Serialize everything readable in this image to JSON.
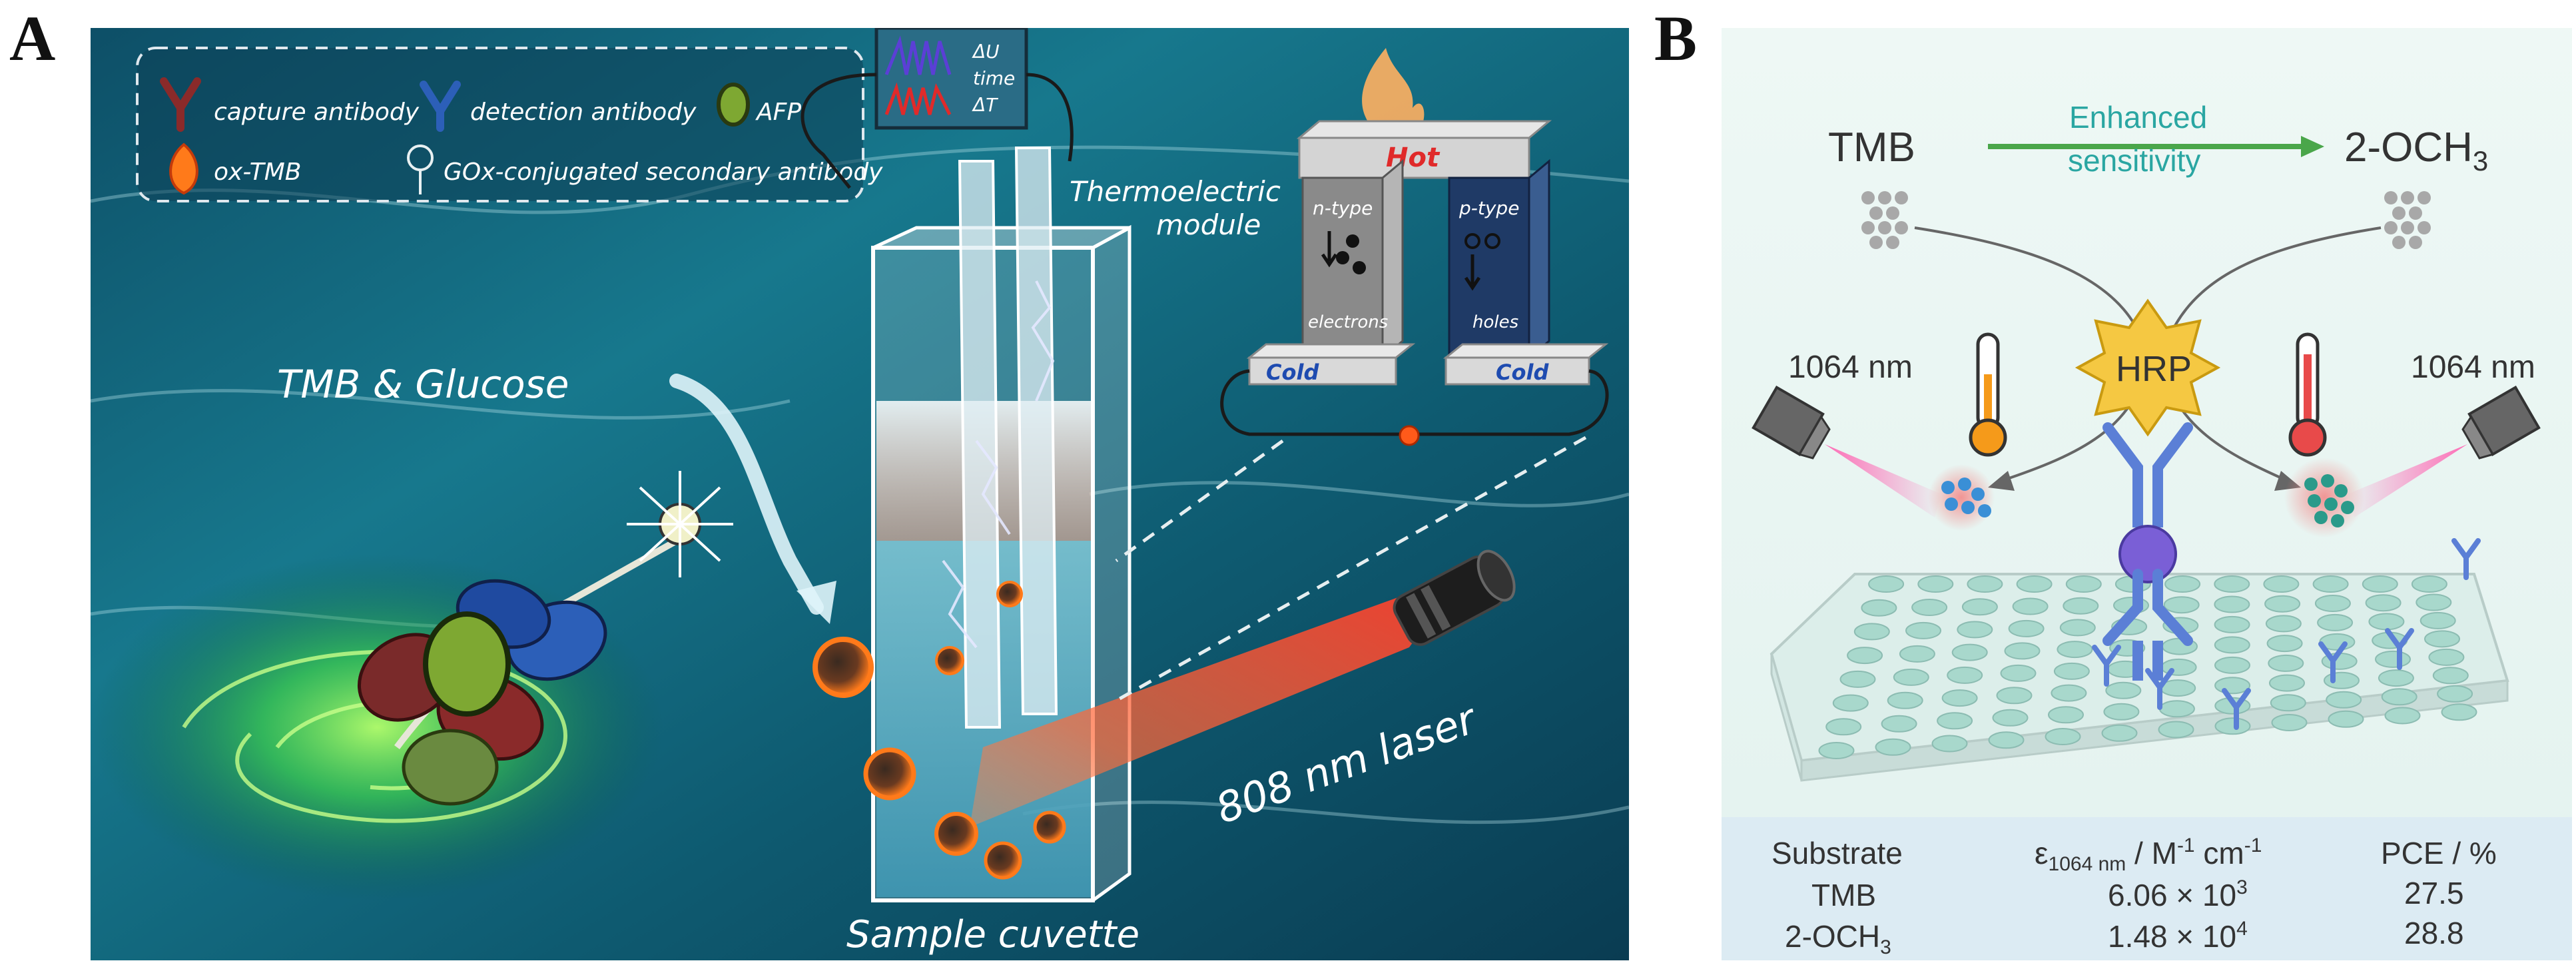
{
  "panel_a": {
    "letter": "A",
    "legend": [
      {
        "icon": "capture-antibody-icon",
        "label": "capture antibody"
      },
      {
        "icon": "detection-antibody-icon",
        "label": "detection antibody"
      },
      {
        "icon": "afp-icon",
        "label": "AFP"
      },
      {
        "icon": "ox-tmb-icon",
        "label": "ox-TMB"
      },
      {
        "icon": "gox-secondary-antibody-icon",
        "label": "GOx-conjugated secondary antibody"
      }
    ],
    "monitor": {
      "delta_u": "ΔU",
      "time": "time",
      "delta_t": "ΔT"
    },
    "thermo_module_line1": "Thermoelectric",
    "thermo_module_line2": "module",
    "hot_label": "Hot",
    "cold_left": "Cold",
    "cold_right": "Cold",
    "n_type": "n-type",
    "p_type": "p-type",
    "electrons": "electrons",
    "holes": "holes",
    "tmb_glucose": "TMB & Glucose",
    "laser": "808 nm laser",
    "cuvette": "Sample cuvette"
  },
  "panel_b": {
    "letter": "B",
    "tmb": "TMB",
    "och3": "2-OCH",
    "och3_sub": "3",
    "enhanced_line1": "Enhanced",
    "enhanced_line2": "sensitivity",
    "hrp": "HRP",
    "laser_left": "1064 nm",
    "laser_right": "1064 nm",
    "colors": {
      "arrow_green": "#4aa64a",
      "text_teal": "#2aa6a2",
      "hrp_yellow": "#f5c842",
      "antibody_blue": "#5b7fd6"
    },
    "table": {
      "headers": [
        "Substrate",
        "ε",
        "1064 nm",
        " / M",
        "-1",
        " cm",
        "-1",
        "PCE / %"
      ],
      "rows": [
        {
          "substrate": "TMB",
          "coef_base": "6.06 × 10",
          "coef_exp": "3",
          "pce": "27.5"
        },
        {
          "substrate": "2-OCH",
          "substrate_sub": "3",
          "coef_base": "1.48 × 10",
          "coef_exp": "4",
          "pce": "28.8"
        }
      ]
    }
  }
}
